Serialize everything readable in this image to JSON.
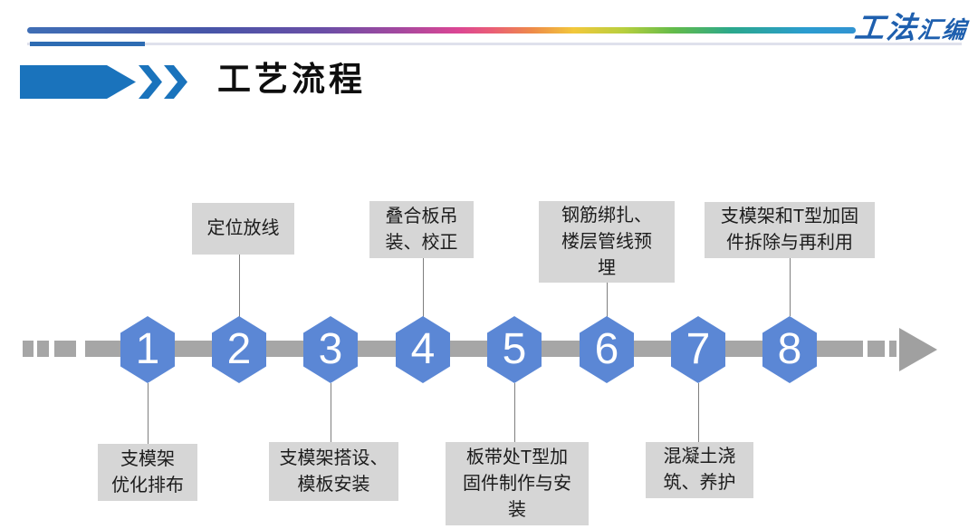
{
  "header": {
    "logo_main": "工法",
    "logo_sub": "汇编"
  },
  "title": "工艺流程",
  "colors": {
    "hexagon_blue": "#5b87d5",
    "timeline_gray": "#a6a6a6",
    "label_box_gray": "#d6d6d6",
    "title_accent_blue": "#1a73bc",
    "logo_blue": "#1e5fae",
    "gradient_bar": [
      "#3f6eb5",
      "#6b4ea6",
      "#db4694",
      "#ee8b49",
      "#f2c83b",
      "#63bb4a",
      "#2ba88c",
      "#2b9cd0"
    ]
  },
  "steps": [
    {
      "num": "1",
      "label": "支模架\n优化排布",
      "label_position": "below"
    },
    {
      "num": "2",
      "label": "定位放线",
      "label_position": "above"
    },
    {
      "num": "3",
      "label": "支模架搭设、\n模板安装",
      "label_position": "below"
    },
    {
      "num": "4",
      "label": "叠合板吊\n装、校正",
      "label_position": "above"
    },
    {
      "num": "5",
      "label": "板带处T型加\n固件制作与安\n装",
      "label_position": "below"
    },
    {
      "num": "6",
      "label": "钢筋绑扎、\n楼层管线预\n埋",
      "label_position": "above"
    },
    {
      "num": "7",
      "label": "混凝土浇\n筑、养护",
      "label_position": "below"
    },
    {
      "num": "8",
      "label": "支模架和T型加固\n件拆除与再利用",
      "label_position": "above"
    }
  ]
}
